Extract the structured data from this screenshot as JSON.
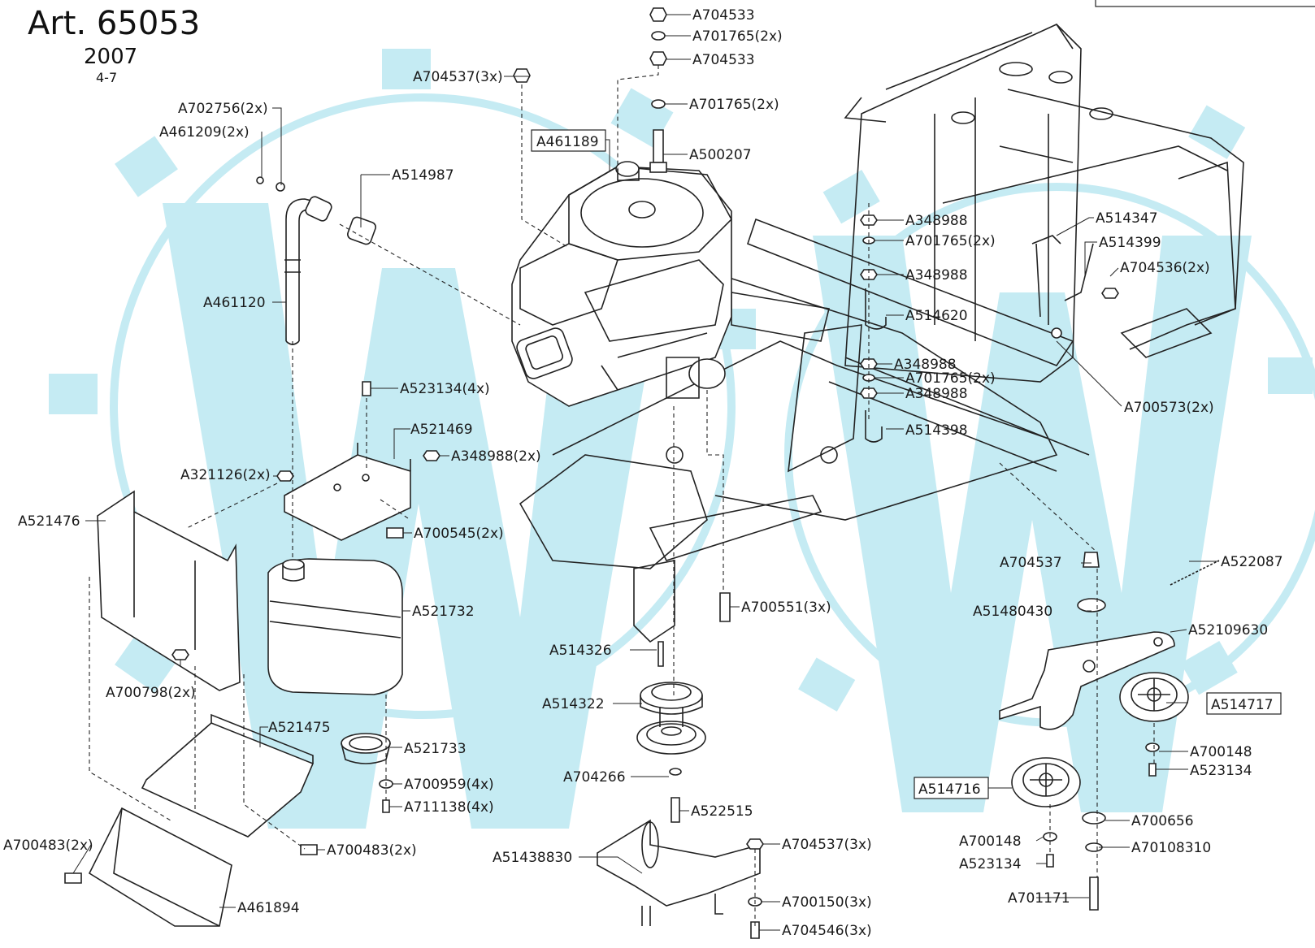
{
  "header": {
    "title": "Art. 65053",
    "year": "2007",
    "page": "4-7"
  },
  "labels": {
    "A704533_top": "A704533",
    "A701765_top": "A701765(2x)",
    "A704533_mid": "A704533",
    "A704537_3x_top": "A704537(3x)",
    "A701765_2": "A701765(2x)",
    "A702756": "A702756(2x)",
    "A461209": "A461209(2x)",
    "A461189": "A461189",
    "A500207": "A500207",
    "A514987": "A514987",
    "A348988_a": "A348988",
    "A514347": "A514347",
    "A701765_3": "A701765(2x)",
    "A514399": "A514399",
    "A348988_b": "A348988",
    "A704536": "A704536(2x)",
    "A461120": "A461120",
    "A514620": "A514620",
    "A348988_c": "A348988",
    "A701765_4": "A701765(2x)",
    "A348988_d": "A348988",
    "A523134_4x": "A523134(4x)",
    "A700573": "A700573(2x)",
    "A521469": "A521469",
    "A514398": "A514398",
    "A348988_2x": "A348988(2x)",
    "A321126": "A321126(2x)",
    "A521476": "A521476",
    "A700545": "A700545(2x)",
    "A704537_r": "A704537",
    "A522087": "A522087",
    "A700551": "A700551(3x)",
    "A521732": "A521732",
    "A51480430": "A51480430",
    "A52109630": "A52109630",
    "A514326": "A514326",
    "A700798": "A700798(2x)",
    "A514717": "A514717",
    "A514322": "A514322",
    "A521475": "A521475",
    "A521733": "A521733",
    "A700148_r": "A700148",
    "A523134_r": "A523134",
    "A704266": "A704266",
    "A700959": "A700959(4x)",
    "A514716": "A514716",
    "A711138": "A711138(4x)",
    "A522515": "A522515",
    "A700656": "A700656",
    "A700483_l": "A700483(2x)",
    "A700148_b": "A700148",
    "A704537_3x_b": "A704537(3x)",
    "A700483_m": "A700483(2x)",
    "A70108310": "A70108310",
    "A523134_b": "A523134",
    "A51438830": "A51438830",
    "A701171": "A701171",
    "A700150": "A700150(3x)",
    "A461894": "A461894",
    "A704546": "A704546(3x)"
  }
}
